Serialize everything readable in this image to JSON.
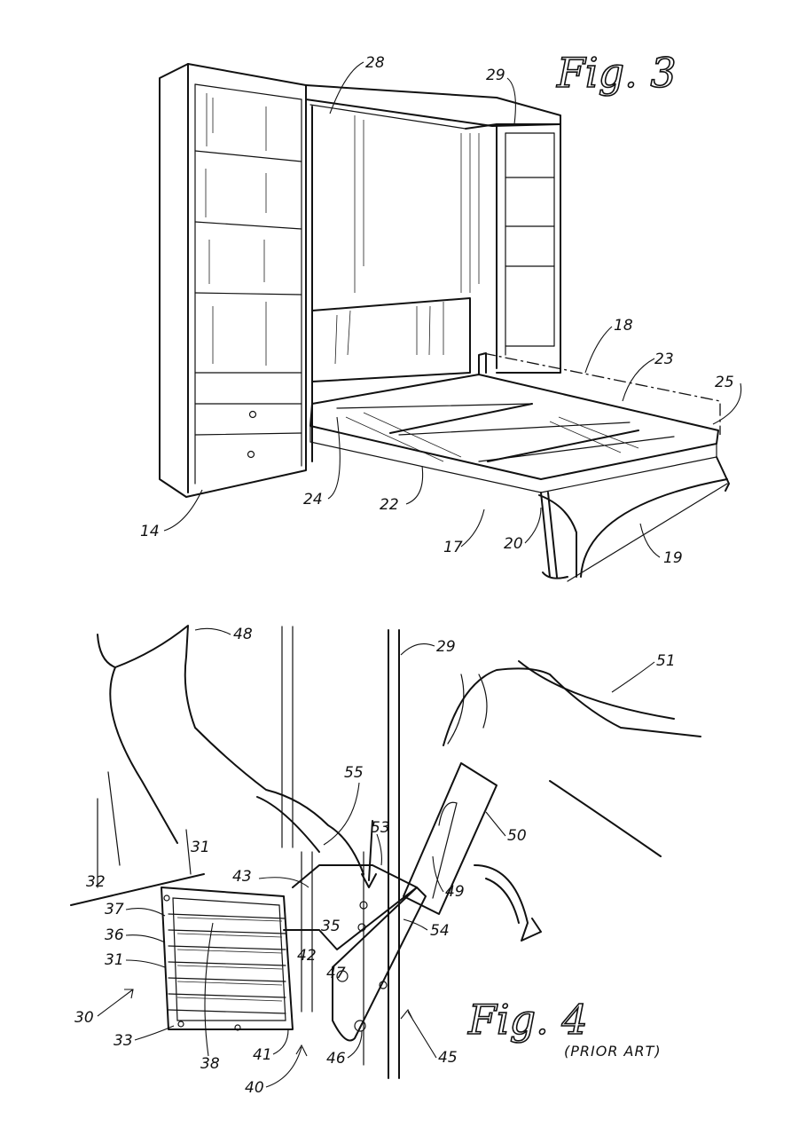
{
  "figures": [
    {
      "id": "fig3",
      "title": "Fig. 3",
      "caption": ""
    },
    {
      "id": "fig4",
      "title": "Fig. 4",
      "caption": "(PRIOR ART)"
    }
  ],
  "fig3_labels": [
    "28",
    "29",
    "18",
    "23",
    "25",
    "24",
    "22",
    "17",
    "20",
    "19",
    "14"
  ],
  "fig4_labels": [
    "48",
    "29",
    "51",
    "55",
    "53",
    "50",
    "31",
    "43",
    "49",
    "32",
    "37",
    "35",
    "54",
    "36",
    "42",
    "31",
    "47",
    "30",
    "33",
    "38",
    "41",
    "40",
    "46",
    "45"
  ]
}
